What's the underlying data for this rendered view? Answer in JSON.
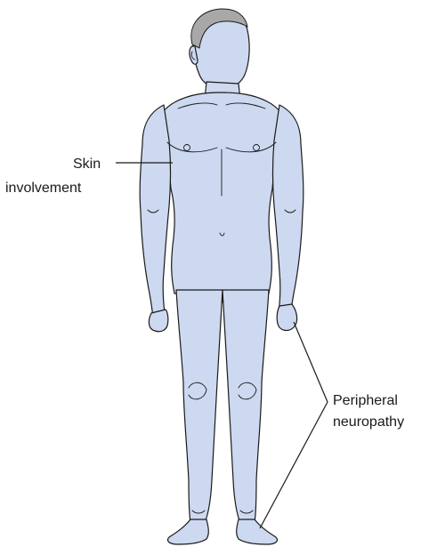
{
  "colors": {
    "skin_fill": "#cdd9f0",
    "skin_shade": "#b9c8e6",
    "outline": "#1a1a1a",
    "hair": "#a8a8a8",
    "leader_line": "#1a1a1a"
  },
  "labels": {
    "skin_line1": "Skin",
    "skin_line2": "involvement",
    "neuro_line1": "Peripheral",
    "neuro_line2": "neuropathy"
  }
}
